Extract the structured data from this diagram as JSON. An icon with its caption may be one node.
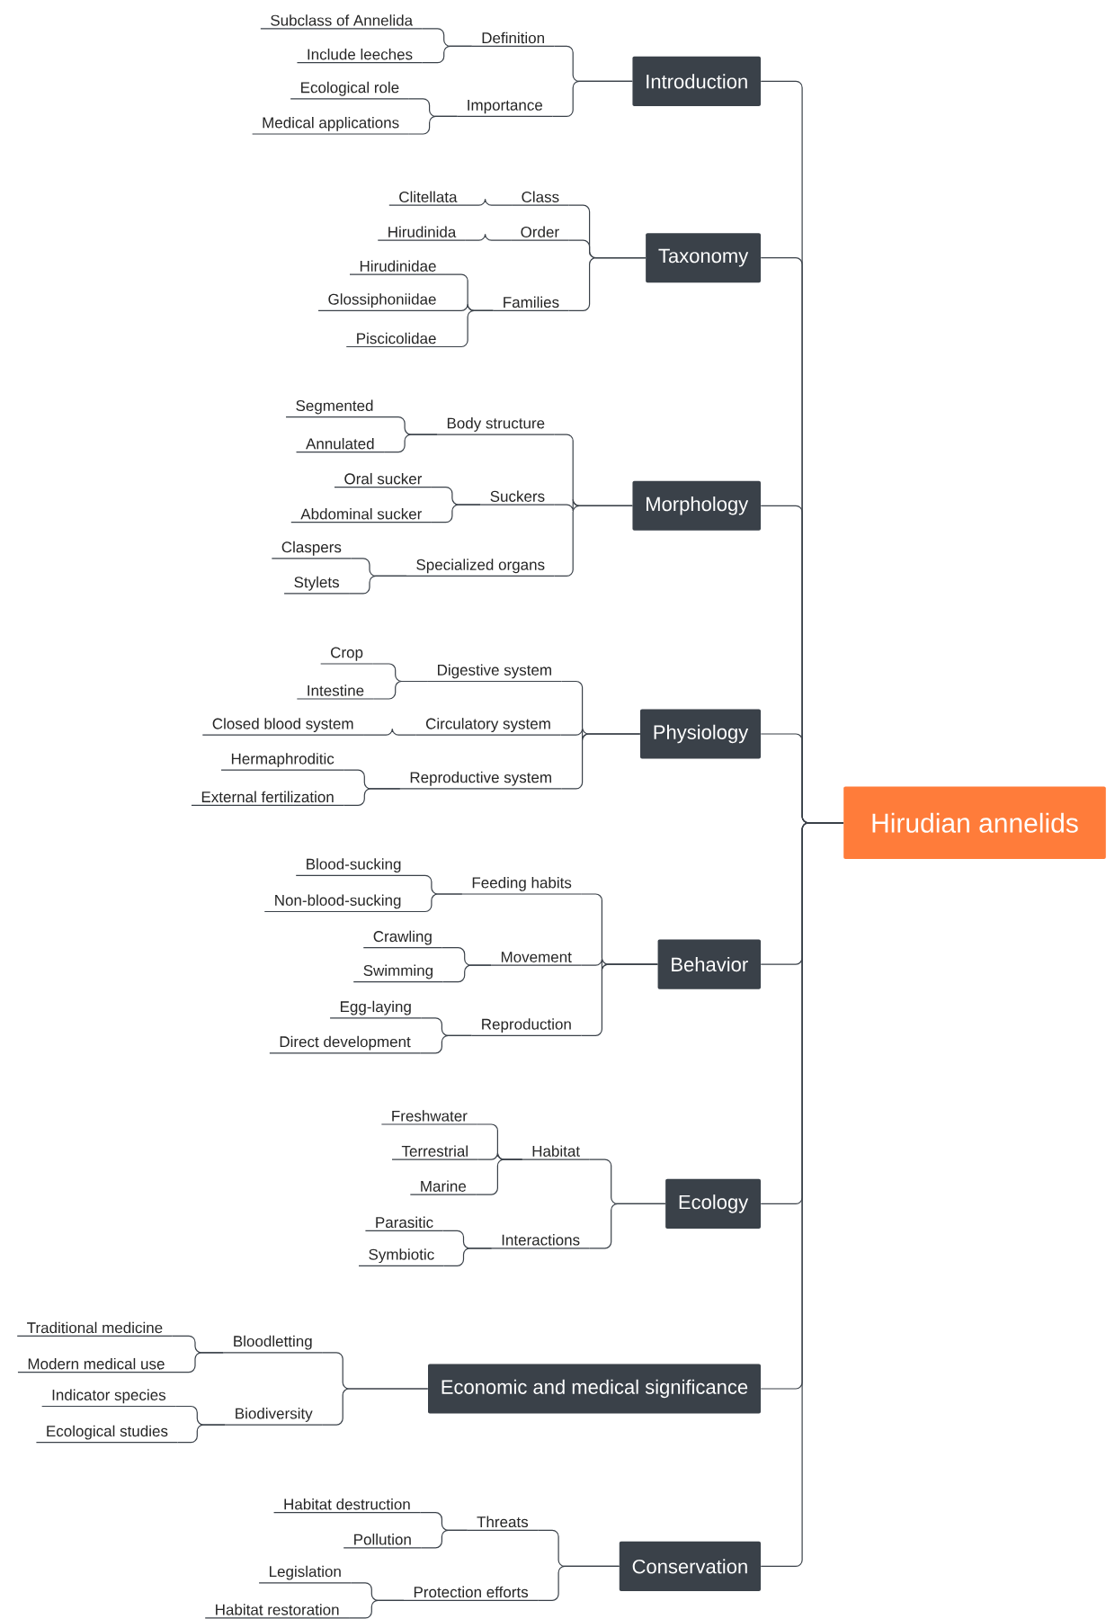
{
  "diagram": {
    "nodes": [
      {
        "text": [
          "Hirudian annelids"
        ]
      },
      {
        "text": [
          "Introduction"
        ]
      },
      {
        "text": [
          "Definition"
        ]
      },
      {
        "text": [
          "Subclass of Annelida"
        ]
      },
      {
        "text": [
          "Include leeches"
        ]
      },
      {
        "text": [
          "Importance"
        ]
      },
      {
        "text": [
          "Ecological role"
        ]
      },
      {
        "text": [
          "Medical applications"
        ]
      },
      {
        "text": [
          "Taxonomy"
        ]
      },
      {
        "text": [
          "Class"
        ]
      },
      {
        "text": [
          "Clitellata"
        ]
      },
      {
        "text": [
          "Order"
        ]
      },
      {
        "text": [
          "Hirudinida"
        ]
      },
      {
        "text": [
          "Families"
        ]
      },
      {
        "text": [
          "Hirudinidae"
        ]
      },
      {
        "text": [
          "Glossiphoniidae"
        ]
      },
      {
        "text": [
          "Piscicolidae"
        ]
      },
      {
        "text": [
          "Morphology"
        ]
      },
      {
        "text": [
          "Body structure"
        ]
      },
      {
        "text": [
          "Segmented"
        ]
      },
      {
        "text": [
          "Annulated"
        ]
      },
      {
        "text": [
          "Suckers"
        ]
      },
      {
        "text": [
          "Oral sucker"
        ]
      },
      {
        "text": [
          "Abdominal sucker"
        ]
      },
      {
        "text": [
          "Specialized organs"
        ]
      },
      {
        "text": [
          "Claspers"
        ]
      },
      {
        "text": [
          "Stylets"
        ]
      },
      {
        "text": [
          "Physiology"
        ]
      },
      {
        "text": [
          "Digestive system"
        ]
      },
      {
        "text": [
          "Crop"
        ]
      },
      {
        "text": [
          "Intestine"
        ]
      },
      {
        "text": [
          "Circulatory system"
        ]
      },
      {
        "text": [
          "Closed blood system"
        ]
      },
      {
        "text": [
          "Reproductive system"
        ]
      },
      {
        "text": [
          "Hermaphroditic"
        ]
      },
      {
        "text": [
          "External fertilization"
        ]
      },
      {
        "text": [
          "Behavior"
        ]
      },
      {
        "text": [
          "Feeding habits"
        ]
      },
      {
        "text": [
          "Blood-sucking"
        ]
      },
      {
        "text": [
          "Non-blood-sucking"
        ]
      },
      {
        "text": [
          "Movement"
        ]
      },
      {
        "text": [
          "Crawling"
        ]
      },
      {
        "text": [
          "Swimming"
        ]
      },
      {
        "text": [
          "Reproduction"
        ]
      },
      {
        "text": [
          "Egg-laying"
        ]
      },
      {
        "text": [
          "Direct development"
        ]
      },
      {
        "text": [
          "Ecology"
        ]
      },
      {
        "text": [
          "Habitat"
        ]
      },
      {
        "text": [
          "Freshwater"
        ]
      },
      {
        "text": [
          "Terrestrial"
        ]
      },
      {
        "text": [
          "Marine"
        ]
      },
      {
        "text": [
          "Interactions"
        ]
      },
      {
        "text": [
          "Parasitic"
        ]
      },
      {
        "text": [
          "Symbiotic"
        ]
      },
      {
        "text": [
          "Economic and medical significance"
        ]
      },
      {
        "text": [
          "Bloodletting"
        ]
      },
      {
        "text": [
          "Traditional medicine"
        ]
      },
      {
        "text": [
          "Modern medical use"
        ]
      },
      {
        "text": [
          "Biodiversity"
        ]
      },
      {
        "text": [
          "Indicator species"
        ]
      },
      {
        "text": [
          "Ecological studies"
        ]
      },
      {
        "text": [
          "Conservation"
        ]
      },
      {
        "text": [
          "Threats"
        ]
      },
      {
        "text": [
          "Habitat destruction"
        ]
      },
      {
        "text": [
          "Pollution"
        ]
      },
      {
        "text": [
          "Protection efforts"
        ]
      },
      {
        "text": [
          "Legislation"
        ]
      },
      {
        "text": [
          "Habitat restoration"
        ]
      }
    ],
    "edges": [
      {
        "from": 0,
        "to": 1,
        "arrow": "none"
      },
      {
        "from": 1,
        "to": 2,
        "arrow": "none"
      },
      {
        "from": 2,
        "to": 3,
        "arrow": "none"
      },
      {
        "from": 2,
        "to": 4,
        "arrow": "none"
      },
      {
        "from": 1,
        "to": 5,
        "arrow": "none"
      },
      {
        "from": 5,
        "to": 6,
        "arrow": "none"
      },
      {
        "from": 5,
        "to": 7,
        "arrow": "none"
      },
      {
        "from": 0,
        "to": 8,
        "arrow": "none"
      },
      {
        "from": 8,
        "to": 9,
        "arrow": "none"
      },
      {
        "from": 9,
        "to": 10,
        "arrow": "none"
      },
      {
        "from": 8,
        "to": 11,
        "arrow": "none"
      },
      {
        "from": 11,
        "to": 12,
        "arrow": "none"
      },
      {
        "from": 8,
        "to": 13,
        "arrow": "none"
      },
      {
        "from": 13,
        "to": 14,
        "arrow": "none"
      },
      {
        "from": 13,
        "to": 15,
        "arrow": "none"
      },
      {
        "from": 13,
        "to": 16,
        "arrow": "none"
      },
      {
        "from": 0,
        "to": 17,
        "arrow": "none"
      },
      {
        "from": 17,
        "to": 18,
        "arrow": "none"
      },
      {
        "from": 18,
        "to": 19,
        "arrow": "none"
      },
      {
        "from": 18,
        "to": 20,
        "arrow": "none"
      },
      {
        "from": 17,
        "to": 21,
        "arrow": "none"
      },
      {
        "from": 21,
        "to": 22,
        "arrow": "none"
      },
      {
        "from": 21,
        "to": 23,
        "arrow": "none"
      },
      {
        "from": 17,
        "to": 24,
        "arrow": "none"
      },
      {
        "from": 24,
        "to": 25,
        "arrow": "none"
      },
      {
        "from": 24,
        "to": 26,
        "arrow": "none"
      },
      {
        "from": 0,
        "to": 27,
        "arrow": "none"
      },
      {
        "from": 27,
        "to": 28,
        "arrow": "none"
      },
      {
        "from": 28,
        "to": 29,
        "arrow": "none"
      },
      {
        "from": 28,
        "to": 30,
        "arrow": "none"
      },
      {
        "from": 27,
        "to": 31,
        "arrow": "none"
      },
      {
        "from": 31,
        "to": 32,
        "arrow": "none"
      },
      {
        "from": 27,
        "to": 33,
        "arrow": "none"
      },
      {
        "from": 33,
        "to": 34,
        "arrow": "none"
      },
      {
        "from": 33,
        "to": 35,
        "arrow": "none"
      },
      {
        "from": 0,
        "to": 36,
        "arrow": "none"
      },
      {
        "from": 36,
        "to": 37,
        "arrow": "none"
      },
      {
        "from": 37,
        "to": 38,
        "arrow": "none"
      },
      {
        "from": 37,
        "to": 39,
        "arrow": "none"
      },
      {
        "from": 36,
        "to": 40,
        "arrow": "none"
      },
      {
        "from": 40,
        "to": 41,
        "arrow": "none"
      },
      {
        "from": 40,
        "to": 42,
        "arrow": "none"
      },
      {
        "from": 36,
        "to": 43,
        "arrow": "none"
      },
      {
        "from": 43,
        "to": 44,
        "arrow": "none"
      },
      {
        "from": 43,
        "to": 45,
        "arrow": "none"
      },
      {
        "from": 0,
        "to": 46,
        "arrow": "none"
      },
      {
        "from": 46,
        "to": 47,
        "arrow": "none"
      },
      {
        "from": 47,
        "to": 48,
        "arrow": "none"
      },
      {
        "from": 47,
        "to": 49,
        "arrow": "none"
      },
      {
        "from": 47,
        "to": 50,
        "arrow": "none"
      },
      {
        "from": 46,
        "to": 51,
        "arrow": "none"
      },
      {
        "from": 51,
        "to": 52,
        "arrow": "none"
      },
      {
        "from": 51,
        "to": 53,
        "arrow": "none"
      },
      {
        "from": 0,
        "to": 54,
        "arrow": "none"
      },
      {
        "from": 54,
        "to": 55,
        "arrow": "none"
      },
      {
        "from": 55,
        "to": 56,
        "arrow": "none"
      },
      {
        "from": 55,
        "to": 57,
        "arrow": "none"
      },
      {
        "from": 54,
        "to": 58,
        "arrow": "none"
      },
      {
        "from": 58,
        "to": 59,
        "arrow": "none"
      },
      {
        "from": 58,
        "to": 60,
        "arrow": "none"
      },
      {
        "from": 0,
        "to": 61,
        "arrow": "none"
      },
      {
        "from": 61,
        "to": 62,
        "arrow": "none"
      },
      {
        "from": 62,
        "to": 63,
        "arrow": "none"
      },
      {
        "from": 62,
        "to": 64,
        "arrow": "none"
      },
      {
        "from": 61,
        "to": 65,
        "arrow": "none"
      },
      {
        "from": 65,
        "to": 66,
        "arrow": "none"
      },
      {
        "from": 65,
        "to": 67,
        "arrow": "none"
      }
    ]
  }
}
